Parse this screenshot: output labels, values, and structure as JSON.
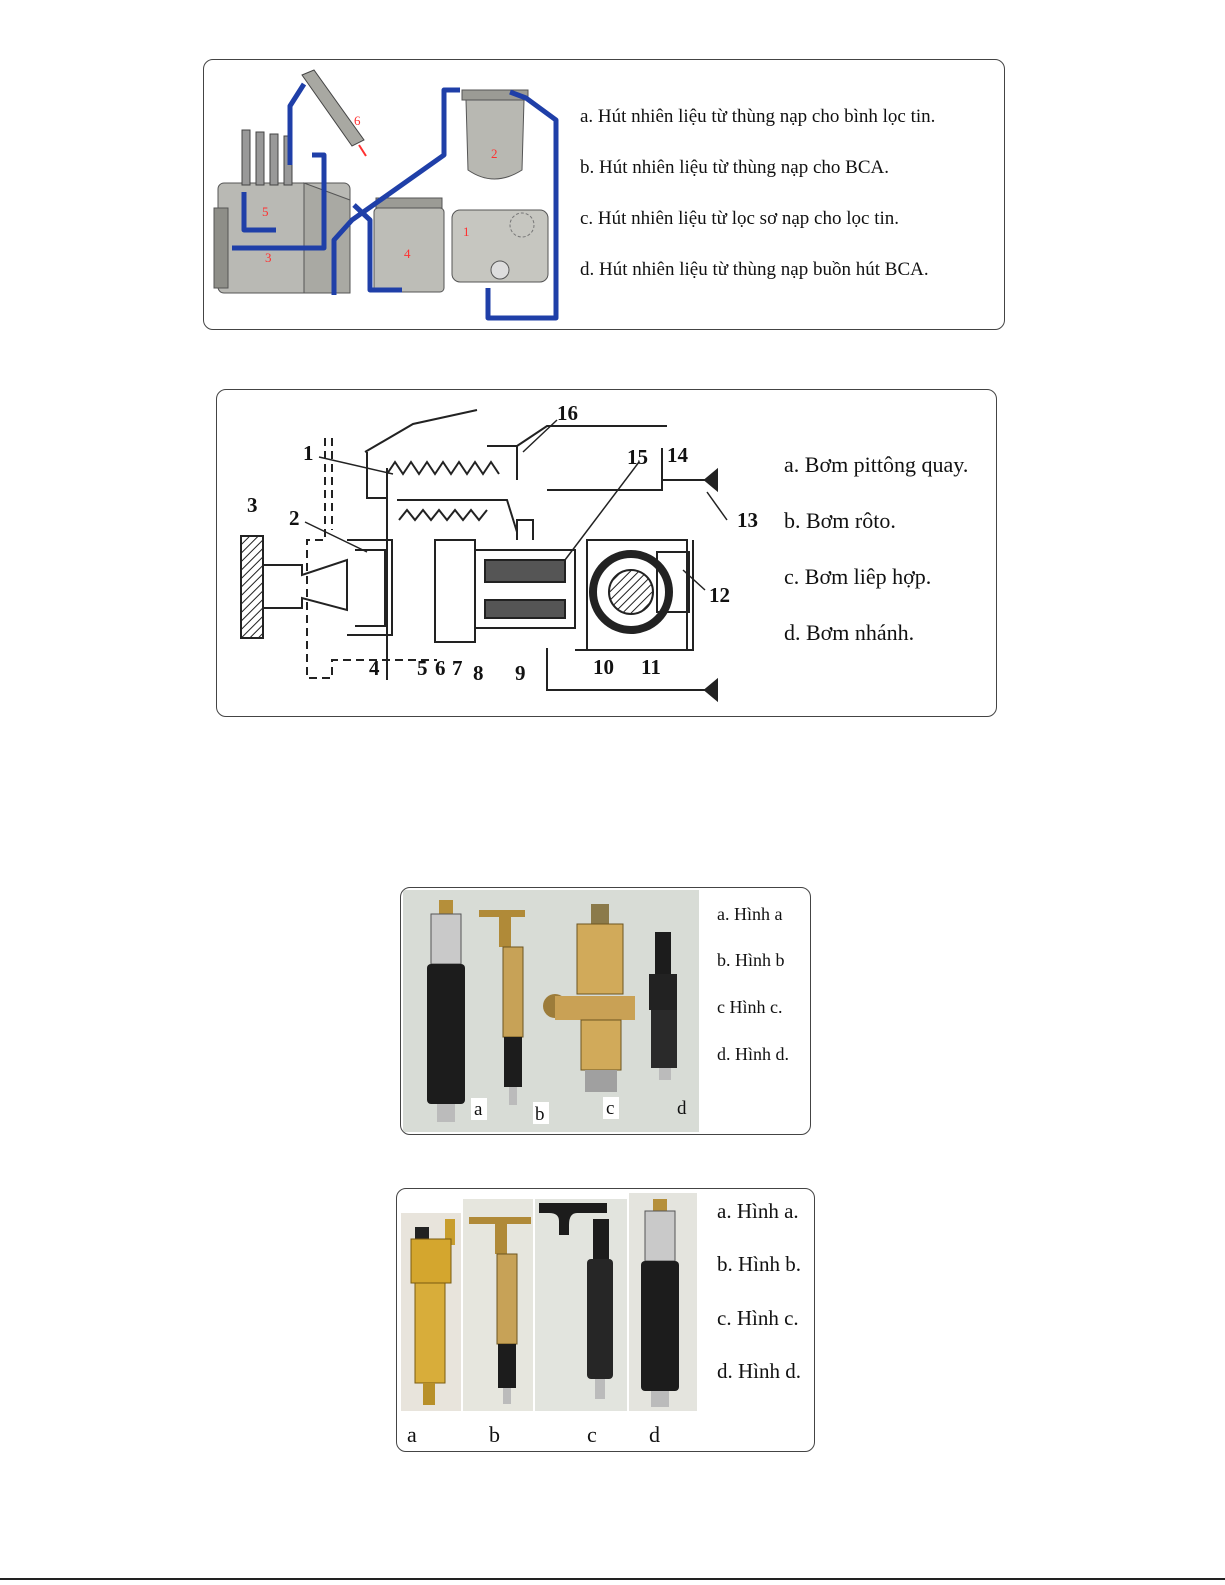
{
  "q1": {
    "options": [
      "a. Hút nhiên liệu từ thùng nạp cho bình lọc tin.",
      "b.  Hút nhiên liệu từ thùng nạp cho BCA.",
      "c. Hút nhiên liệu từ lọc sơ  nạp cho lọc tin.",
      "d.  Hút nhiên liệu từ thùng nạp buồn hút BCA."
    ],
    "figure_labels": [
      "1",
      "2",
      "3",
      "4",
      "5",
      "6"
    ],
    "colors": {
      "pipe": "#1f3fa8",
      "body": "#b9b9b4",
      "label": "#ff3030"
    }
  },
  "q2": {
    "options": [
      "a. Bơm pittông quay.",
      "b. Bơm rôto.",
      "c. Bơm liêp hợp.",
      "d. Bơm  nhánh."
    ],
    "figure_labels": [
      "1",
      "2",
      "3",
      "4",
      "5",
      "6",
      "7",
      "8",
      "9",
      "10",
      "11",
      "12",
      "13",
      "14",
      "15",
      "16"
    ]
  },
  "q3": {
    "options": [
      "a. Hình a",
      "b. Hình b",
      "c Hình c.",
      "d. Hình d."
    ],
    "photo_labels": [
      "a",
      "b",
      "c",
      "d"
    ]
  },
  "q4": {
    "options": [
      "a. Hình a.",
      "b. Hình b.",
      "c. Hình c.",
      "d. Hình d."
    ],
    "photo_labels": [
      "a",
      "b",
      "c",
      "d"
    ]
  }
}
